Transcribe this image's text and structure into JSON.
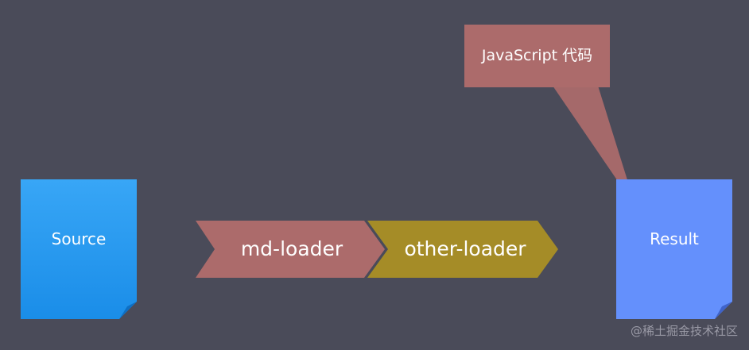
{
  "source": {
    "label": "Source",
    "color": "#2e9bf0"
  },
  "pipeline": {
    "loaders": [
      {
        "label": "md-loader",
        "color": "#ac6b6b"
      },
      {
        "label": "other-loader",
        "color": "#a58c27"
      }
    ]
  },
  "result": {
    "label": "Result",
    "color": "#6490fc"
  },
  "callout": {
    "label": "JavaScript 代码",
    "color": "#ac6b6b"
  },
  "watermark": {
    "text": "@稀土掘金技术社区"
  }
}
